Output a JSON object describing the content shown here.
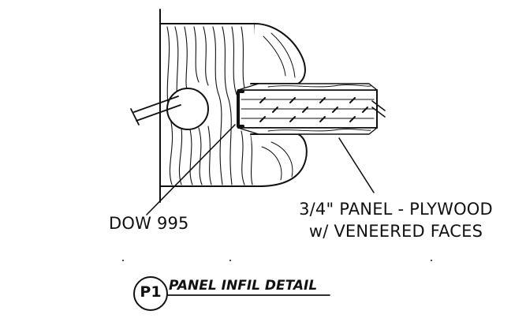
{
  "callouts": {
    "panel_line1": "3/4\" PANEL - PLYWOOD",
    "panel_line2": "w/ VENEERED FACES",
    "adhesive": "DOW 995"
  },
  "detail": {
    "tag": "P1",
    "title": "PANEL INFIL DETAIL"
  }
}
